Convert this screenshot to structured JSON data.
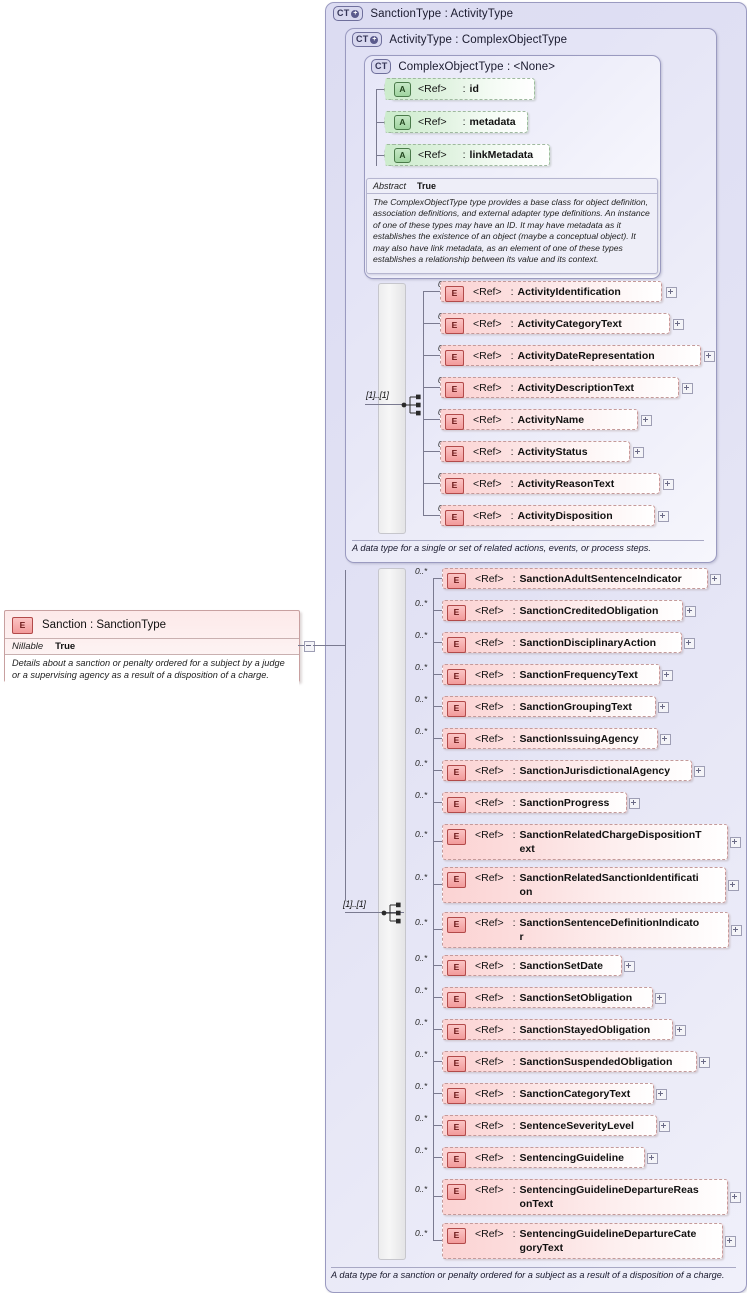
{
  "diagram": {
    "title": "XSD Schema Diagram",
    "colors": {
      "element_fill": "#fbd3d3",
      "attribute_fill": "#cdeccd",
      "type_fill": "#dcdcf2",
      "border": "#9a9ac0"
    }
  },
  "sanction_element": {
    "badge": "E",
    "name": "Sanction : SanctionType",
    "property_label": "Nillable",
    "property_value": "True",
    "documentation": "Details about a sanction or penalty ordered for a subject by a judge or a supervising agency as a result of a disposition of a charge."
  },
  "sanction_type": {
    "badge": "CT",
    "badge_expand": "+",
    "name": "SanctionType : ActivityType",
    "annotation": "A data type for a sanction or penalty ordered for a subject as a result of a disposition of a charge.",
    "cardinality": "[1]..[1]",
    "compositor": "sequence",
    "elements": [
      {
        "badge": "E",
        "ref": "<Ref>",
        "sep": ":",
        "name": "SanctionAdultSentenceIndicator",
        "occurrence": "0..*",
        "expandable": true
      },
      {
        "badge": "E",
        "ref": "<Ref>",
        "sep": ":",
        "name": "SanctionCreditedObligation",
        "occurrence": "0..*",
        "expandable": true
      },
      {
        "badge": "E",
        "ref": "<Ref>",
        "sep": ":",
        "name": "SanctionDisciplinaryAction",
        "occurrence": "0..*",
        "expandable": true
      },
      {
        "badge": "E",
        "ref": "<Ref>",
        "sep": ":",
        "name": "SanctionFrequencyText",
        "occurrence": "0..*",
        "expandable": true
      },
      {
        "badge": "E",
        "ref": "<Ref>",
        "sep": ":",
        "name": "SanctionGroupingText",
        "occurrence": "0..*",
        "expandable": true
      },
      {
        "badge": "E",
        "ref": "<Ref>",
        "sep": ":",
        "name": "SanctionIssuingAgency",
        "occurrence": "0..*",
        "expandable": true
      },
      {
        "badge": "E",
        "ref": "<Ref>",
        "sep": ":",
        "name": "SanctionJurisdictionalAgency",
        "occurrence": "0..*",
        "expandable": true
      },
      {
        "badge": "E",
        "ref": "<Ref>",
        "sep": ":",
        "name": "SanctionProgress",
        "occurrence": "0..*",
        "expandable": true
      },
      {
        "badge": "E",
        "ref": "<Ref>",
        "sep": ":",
        "name": "SanctionRelatedChargeDispositionT\next",
        "occurrence": "0..*",
        "expandable": true
      },
      {
        "badge": "E",
        "ref": "<Ref>",
        "sep": ":",
        "name": "SanctionRelatedSanctionIdentificati\non",
        "occurrence": "0..*",
        "expandable": true
      },
      {
        "badge": "E",
        "ref": "<Ref>",
        "sep": ":",
        "name": "SanctionSentenceDefinitionIndicato\nr",
        "occurrence": "0..*",
        "expandable": true
      },
      {
        "badge": "E",
        "ref": "<Ref>",
        "sep": ":",
        "name": "SanctionSetDate",
        "occurrence": "0..*",
        "expandable": true
      },
      {
        "badge": "E",
        "ref": "<Ref>",
        "sep": ":",
        "name": "SanctionSetObligation",
        "occurrence": "0..*",
        "expandable": true
      },
      {
        "badge": "E",
        "ref": "<Ref>",
        "sep": ":",
        "name": "SanctionStayedObligation",
        "occurrence": "0..*",
        "expandable": true
      },
      {
        "badge": "E",
        "ref": "<Ref>",
        "sep": ":",
        "name": "SanctionSuspendedObligation",
        "occurrence": "0..*",
        "expandable": true
      },
      {
        "badge": "E",
        "ref": "<Ref>",
        "sep": ":",
        "name": "SanctionCategoryText",
        "occurrence": "0..*",
        "expandable": true
      },
      {
        "badge": "E",
        "ref": "<Ref>",
        "sep": ":",
        "name": "SentenceSeverityLevel",
        "occurrence": "0..*",
        "expandable": true
      },
      {
        "badge": "E",
        "ref": "<Ref>",
        "sep": ":",
        "name": "SentencingGuideline",
        "occurrence": "0..*",
        "expandable": true
      },
      {
        "badge": "E",
        "ref": "<Ref>",
        "sep": ":",
        "name": "SentencingGuidelineDepartureReas\nonText",
        "occurrence": "0..*",
        "expandable": true
      },
      {
        "badge": "E",
        "ref": "<Ref>",
        "sep": ":",
        "name": "SentencingGuidelineDepartureCate\ngoryText",
        "occurrence": "0..*",
        "expandable": true
      }
    ]
  },
  "activity_type": {
    "badge": "CT",
    "badge_expand": "+",
    "name": "ActivityType : ComplexObjectType",
    "annotation": "A data type for a single or set of related actions, events, or process steps.",
    "cardinality": "[1]..[1]",
    "compositor": "sequence",
    "elements": [
      {
        "badge": "E",
        "ref": "<Ref>",
        "sep": ":",
        "name": "ActivityIdentification",
        "occurrence": "0..*",
        "expandable": true
      },
      {
        "badge": "E",
        "ref": "<Ref>",
        "sep": ":",
        "name": "ActivityCategoryText",
        "occurrence": "0..*",
        "expandable": true
      },
      {
        "badge": "E",
        "ref": "<Ref>",
        "sep": ":",
        "name": "ActivityDateRepresentation",
        "occurrence": "0..*",
        "expandable": true
      },
      {
        "badge": "E",
        "ref": "<Ref>",
        "sep": ":",
        "name": "ActivityDescriptionText",
        "occurrence": "0..*",
        "expandable": true
      },
      {
        "badge": "E",
        "ref": "<Ref>",
        "sep": ":",
        "name": "ActivityName",
        "occurrence": "0..*",
        "expandable": true
      },
      {
        "badge": "E",
        "ref": "<Ref>",
        "sep": ":",
        "name": "ActivityStatus",
        "occurrence": "0..*",
        "expandable": true
      },
      {
        "badge": "E",
        "ref": "<Ref>",
        "sep": ":",
        "name": "ActivityReasonText",
        "occurrence": "0..*",
        "expandable": true
      },
      {
        "badge": "E",
        "ref": "<Ref>",
        "sep": ":",
        "name": "ActivityDisposition",
        "occurrence": "0..*",
        "expandable": true
      }
    ]
  },
  "complex_object_type": {
    "badge": "CT",
    "name": "ComplexObjectType : <None>",
    "abstract_label": "Abstract",
    "abstract_value": "True",
    "documentation": "The ComplexObjectType type provides a base class for object definition, association definitions, and external adapter type definitions. An instance of one of these types may have an ID. It may have metadata as it establishes the existence of an object (maybe a conceptual object). It may also have link metadata, as an element of one of these types establishes a relationship between its value and its context.",
    "attributes": [
      {
        "badge": "A",
        "ref": "<Ref>",
        "sep": ":",
        "name": "id"
      },
      {
        "badge": "A",
        "ref": "<Ref>",
        "sep": ":",
        "name": "metadata"
      },
      {
        "badge": "A",
        "ref": "<Ref>",
        "sep": ":",
        "name": "linkMetadata"
      }
    ]
  }
}
